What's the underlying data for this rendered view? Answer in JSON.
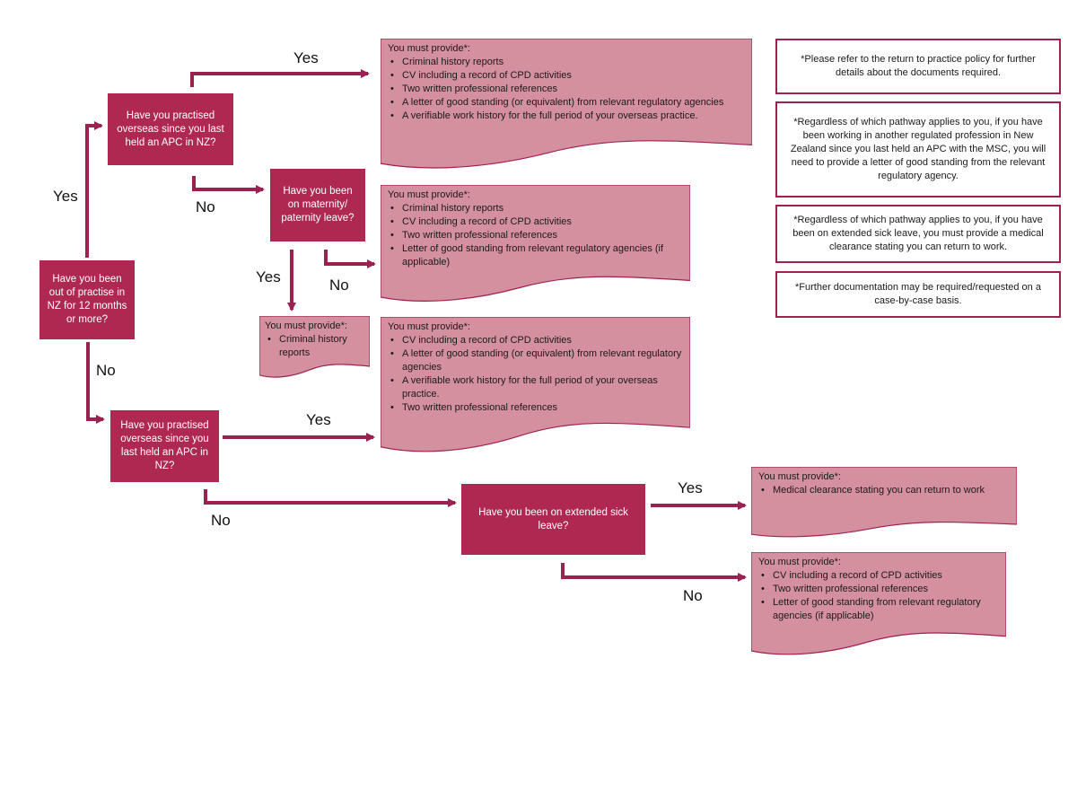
{
  "colors": {
    "question_fill": "#ae2851",
    "document_fill": "#d5909f",
    "document_border": "#a02150",
    "arrow": "#9b2150",
    "note_border": "#a02150"
  },
  "questions": {
    "q_out_of_practice": "Have you been out of practise in NZ for 12 months or more?",
    "q_overseas_top": "Have you practised overseas since you last held an APC in NZ?",
    "q_maternity": "Have you been on maternity/ paternity leave?",
    "q_overseas_bottom": "Have you practised overseas since you last held an APC in NZ?",
    "q_sick_leave": "Have you been on extended sick leave?"
  },
  "documents": {
    "overseas_yes": {
      "heading": "You must provide*:",
      "items": [
        "Criminal history reports",
        "CV including a record of CPD activities",
        "Two written professional references",
        "A letter of good standing (or equivalent) from relevant regulatory agencies",
        "A verifiable work history for the full period of your overseas practice."
      ]
    },
    "maternity_no": {
      "heading": "You must provide*:",
      "items": [
        "Criminal history reports",
        "CV including a record of CPD activities",
        "Two written professional references",
        "Letter of good standing from relevant regulatory agencies (if applicable)"
      ]
    },
    "maternity_yes": {
      "heading": "You must provide*:",
      "items": [
        "Criminal history reports"
      ]
    },
    "overseas_bottom_yes": {
      "heading": "You must provide*:",
      "items": [
        "CV including a record of CPD activities",
        "A letter of good standing (or equivalent) from relevant regulatory agencies",
        "A verifiable work history for the full period of your overseas practice.",
        "Two written professional references"
      ]
    },
    "sick_yes": {
      "heading": "You must provide*:",
      "items": [
        "Medical clearance stating you can return to work"
      ]
    },
    "sick_no": {
      "heading": "You must provide*:",
      "items": [
        "CV including a record of CPD activities",
        "Two written professional references",
        "Letter of good standing from relevant regulatory agencies (if applicable)"
      ]
    }
  },
  "notes": [
    "*Please refer to the return to practice policy for further details about the documents required.",
    "*Regardless of which pathway applies to you, if you have been working in another regulated profession in New Zealand since you last held an APC with the MSC, you will need to provide a letter of good standing from the relevant regulatory agency.",
    "*Regardless of which pathway applies to you, if you have been on extended sick leave, you must provide a medical clearance stating you can return to work.",
    "*Further documentation may be required/requested on a case-by-case basis."
  ],
  "labels": {
    "yes": "Yes",
    "no": "No"
  }
}
